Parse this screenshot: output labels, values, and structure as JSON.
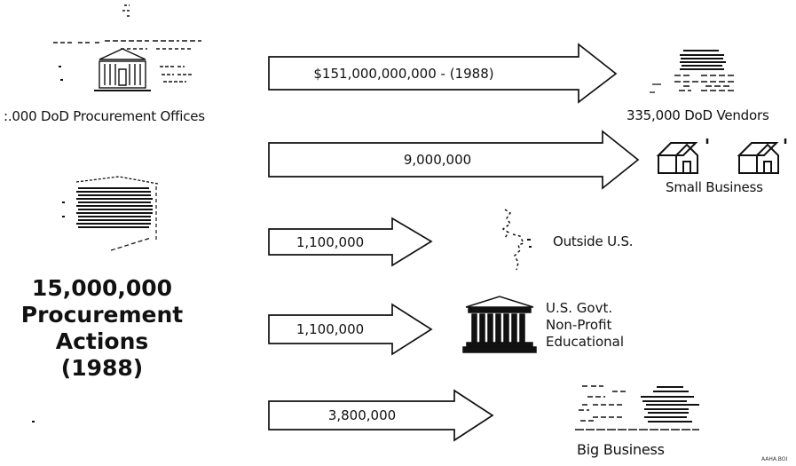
{
  "offices": {
    "label": ":.000 DoD Procurement Offices"
  },
  "vendors": {
    "label": "335,000 DoD Vendors"
  },
  "small_business": {
    "label": "Small Business"
  },
  "outside_us": {
    "label": "Outside U.S."
  },
  "govt_nonprofit": {
    "lines": [
      "U.S. Govt.",
      "Non-Profit",
      "Educational"
    ]
  },
  "big_business": {
    "label": "Big Business"
  },
  "actions": {
    "lines": [
      "15,000,000",
      "Procurement",
      "Actions",
      "(1988)"
    ]
  },
  "arrows": [
    {
      "label": "$151,000,000,000 - (1988)"
    },
    {
      "label": "9,000,000"
    },
    {
      "label": "1,100,000"
    },
    {
      "label": "1,100,000"
    },
    {
      "label": "3,800,000"
    }
  ],
  "corner_code": "AAHA.BOI",
  "colors": {
    "ink": "#111111",
    "paper": "#ffffff"
  },
  "icons": [
    "procurement-office-building-icon",
    "vendors-stack-icon",
    "small-business-house-icon",
    "document-stack-icon",
    "outside-us-map-icon",
    "government-building-icon",
    "big-business-stack-icon"
  ]
}
